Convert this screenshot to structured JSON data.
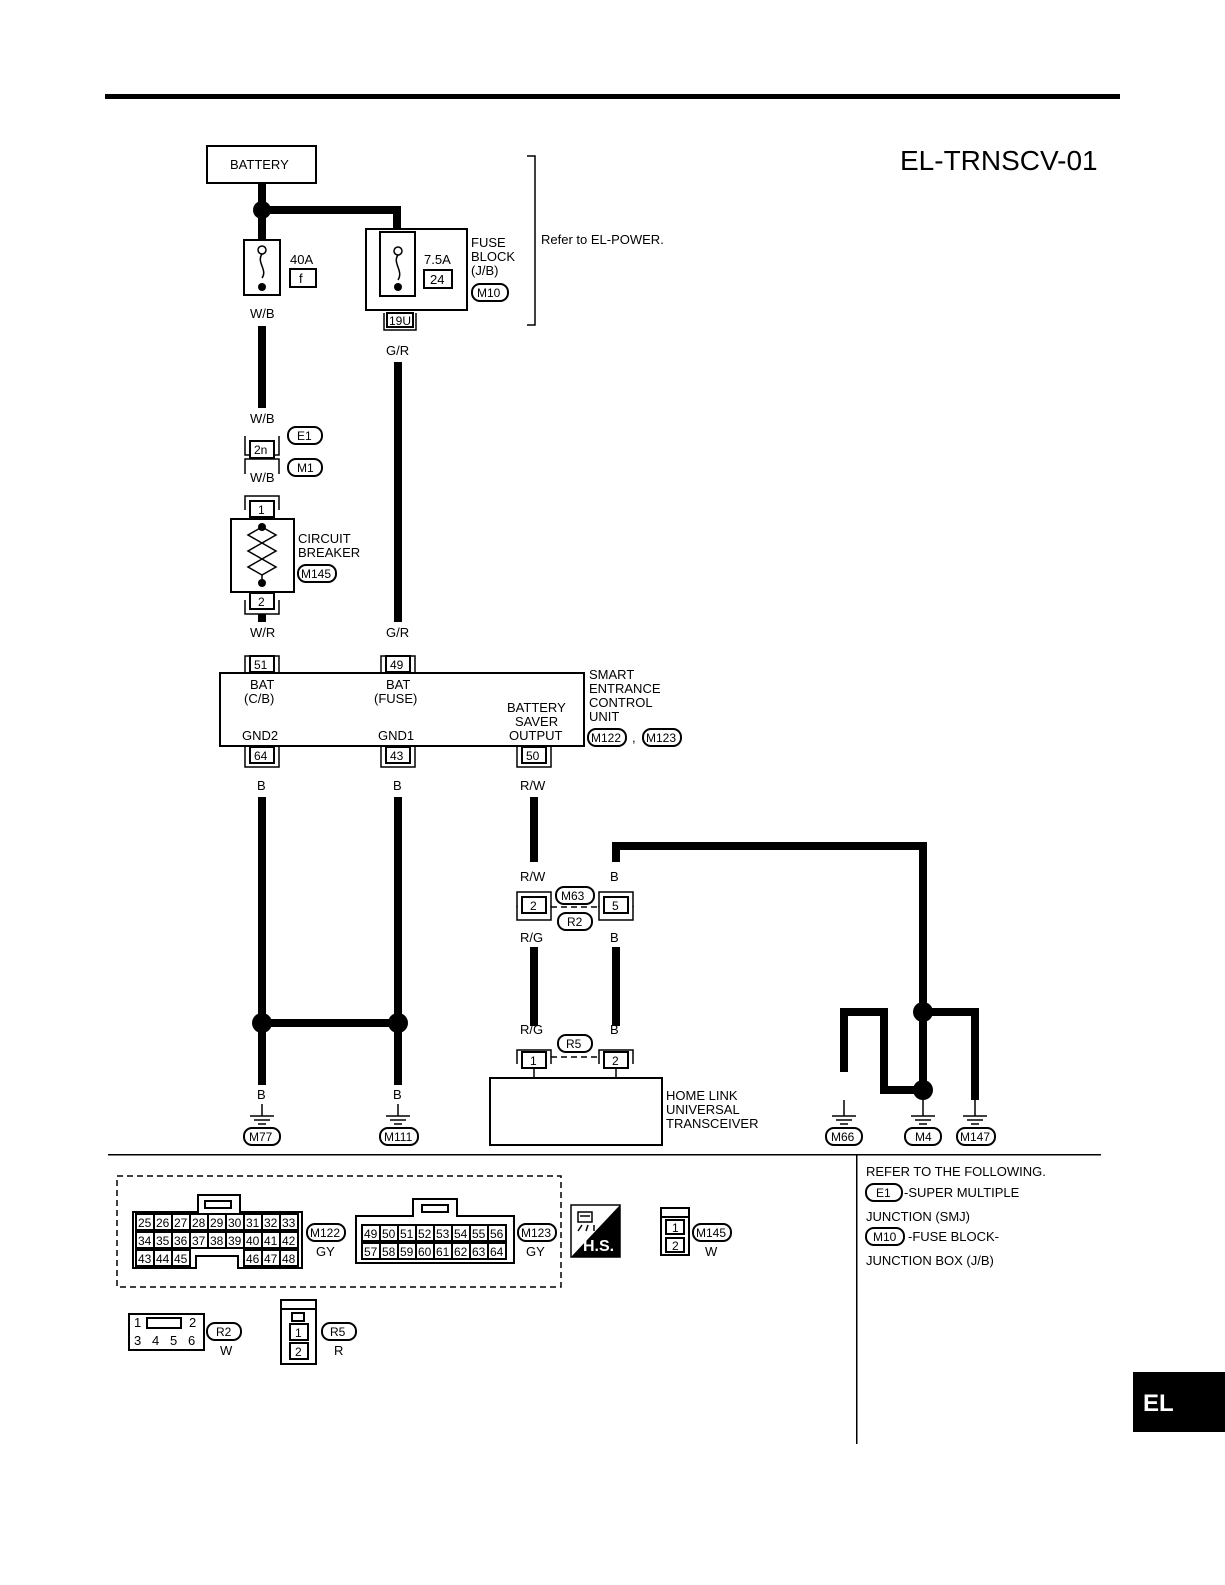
{
  "diagram_code": "EL-TRNSCV-01",
  "battery": "BATTERY",
  "refer_power": "Refer to EL-POWER.",
  "fuse_40a": {
    "rating": "40A",
    "id": "f"
  },
  "fuse_block": {
    "rating": "7.5A",
    "id": "24",
    "line1": "FUSE",
    "line2": "BLOCK",
    "line3": "(J/B)",
    "connector": "M10",
    "terminal": "19U"
  },
  "wires": {
    "wb": "W/B",
    "gr": "G/R",
    "wr": "W/R",
    "b": "B",
    "rw": "R/W",
    "rg": "R/G"
  },
  "e1_connector": {
    "terminal": "2n",
    "conn_a": "E1",
    "conn_b": "M1"
  },
  "circuit_breaker": {
    "line1": "CIRCUIT",
    "line2": "BREAKER",
    "connector": "M145",
    "pin_top": "1",
    "pin_bottom": "2"
  },
  "secu": {
    "line1": "SMART",
    "line2": "ENTRANCE",
    "line3": "CONTROL",
    "line4": "UNIT",
    "conn_a": "M122",
    "sep": ",",
    "conn_b": "M123",
    "pins": {
      "bat_cb": {
        "num": "51",
        "l1": "BAT",
        "l2": "(C/B)"
      },
      "bat_fuse": {
        "num": "49",
        "l1": "BAT",
        "l2": "(FUSE)"
      },
      "gnd2": {
        "num": "64",
        "label": "GND2"
      },
      "gnd1": {
        "num": "43",
        "label": "GND1"
      },
      "saver": {
        "num": "50",
        "l1": "BATTERY",
        "l2": "SAVER",
        "l3": "OUTPUT"
      }
    }
  },
  "m63": {
    "conn_a": "M63",
    "conn_b": "R2",
    "pin_left": "2",
    "pin_right": "5"
  },
  "r5": {
    "conn": "R5",
    "pin_left": "1",
    "pin_right": "2"
  },
  "homelink": {
    "line1": "HOME LINK",
    "line2": "UNIVERSAL",
    "line3": "TRANSCEIVER"
  },
  "grounds": [
    "M77",
    "M111",
    "M66",
    "M4",
    "M147"
  ],
  "connectors": {
    "m122": {
      "id": "M122",
      "color": "GY",
      "row1": [
        "25",
        "26",
        "27",
        "28",
        "29",
        "30",
        "31",
        "32",
        "33"
      ],
      "row2": [
        "34",
        "35",
        "36",
        "37",
        "38",
        "39",
        "40",
        "41",
        "42"
      ],
      "row3a": [
        "43",
        "44",
        "45"
      ],
      "row3b": [
        "46",
        "47",
        "48"
      ]
    },
    "m123": {
      "id": "M123",
      "color": "GY",
      "row1": [
        "49",
        "50",
        "51",
        "52",
        "53",
        "54",
        "55",
        "56"
      ],
      "row2": [
        "57",
        "58",
        "59",
        "60",
        "61",
        "62",
        "63",
        "64"
      ]
    },
    "hs": "H.S.",
    "m145": {
      "id": "M145",
      "color": "W",
      "pins": [
        "1",
        "2"
      ]
    },
    "r2": {
      "id": "R2",
      "color": "W",
      "row1": [
        "1",
        "2"
      ],
      "row2": [
        "3",
        "4",
        "5",
        "6"
      ]
    },
    "r5": {
      "id": "R5",
      "color": "R",
      "pins": [
        "1",
        "2"
      ]
    }
  },
  "refer": {
    "header": "REFER TO THE FOLLOWING.",
    "e1_id": "E1",
    "e1_desc": "-SUPER MULTIPLE",
    "e1_desc2": "JUNCTION (SMJ)",
    "m10_id": "M10",
    "m10_desc": "-FUSE BLOCK-",
    "m10_desc2": "JUNCTION BOX (J/B)"
  },
  "section_tab": "EL"
}
